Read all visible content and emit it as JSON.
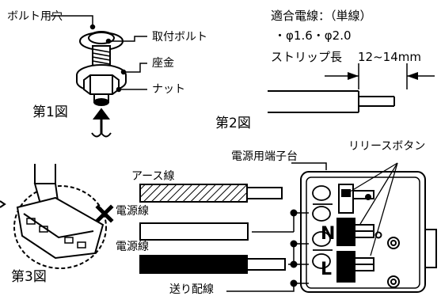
{
  "figure1": {
    "caption": "第1図",
    "labels": {
      "bolt_hole": "ボルト用穴",
      "mount_bolt": "取付ボルト",
      "washer": "座金",
      "nut": "ナット"
    }
  },
  "figure2": {
    "caption": "第2図",
    "wire_spec_line1": "適合電線：（単線）",
    "wire_spec_line2": "・φ1.6・φ2.0",
    "strip_length_label": "ストリップ長",
    "strip_length_value": "12~14mm"
  },
  "figure3": {
    "caption": "第3図",
    "not_allowed_mark": "✕",
    "labels": {
      "earth_wire": "アース線",
      "power_wire_1": "電源線",
      "power_wire_2": "電源線",
      "feed_wire": "送り配線",
      "terminal_block": "電源用端子台",
      "release_button": "リリースボタン",
      "terminal_n": "N",
      "terminal_l": "L"
    }
  }
}
